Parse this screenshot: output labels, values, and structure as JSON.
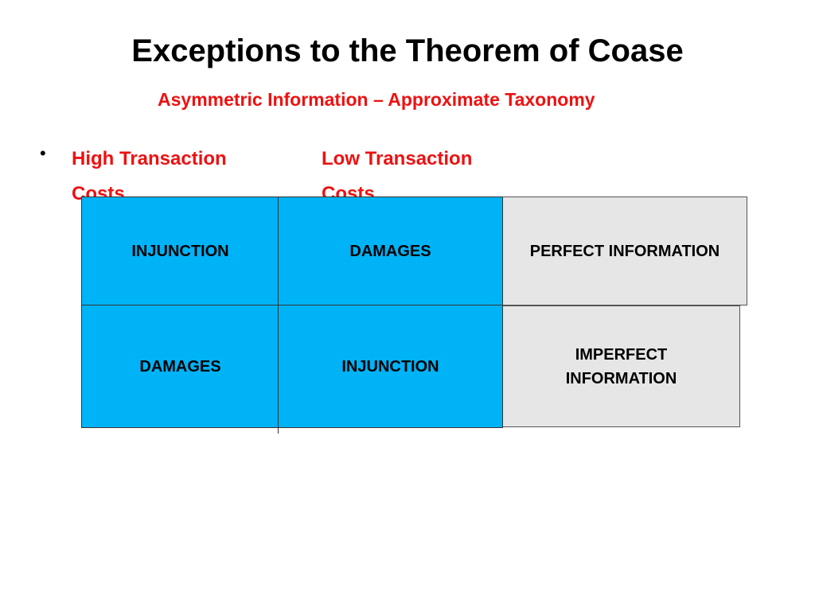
{
  "slide": {
    "title": "Exceptions to the Theorem of Coase",
    "subtitle": "Asymmetric Information – Approximate Taxonomy",
    "bullet": "•",
    "columns": {
      "high_line1": "High Transaction",
      "high_line2": "Costs",
      "low_line1": "Low Transaction",
      "low_line2": "Costs"
    }
  },
  "grid": {
    "rows": [
      {
        "high": "INJUNCTION",
        "low": "DAMAGES",
        "info": "PERFECT INFORMATION"
      },
      {
        "high": "DAMAGES",
        "low": "INJUNCTION",
        "info_line1": "IMPERFECT",
        "info_line2": "INFORMATION"
      }
    ]
  },
  "colors": {
    "title": "#000000",
    "subtitle": "#ee1111",
    "cell_blue": "#00b3f7",
    "cell_grey": "#e6e6e6"
  }
}
